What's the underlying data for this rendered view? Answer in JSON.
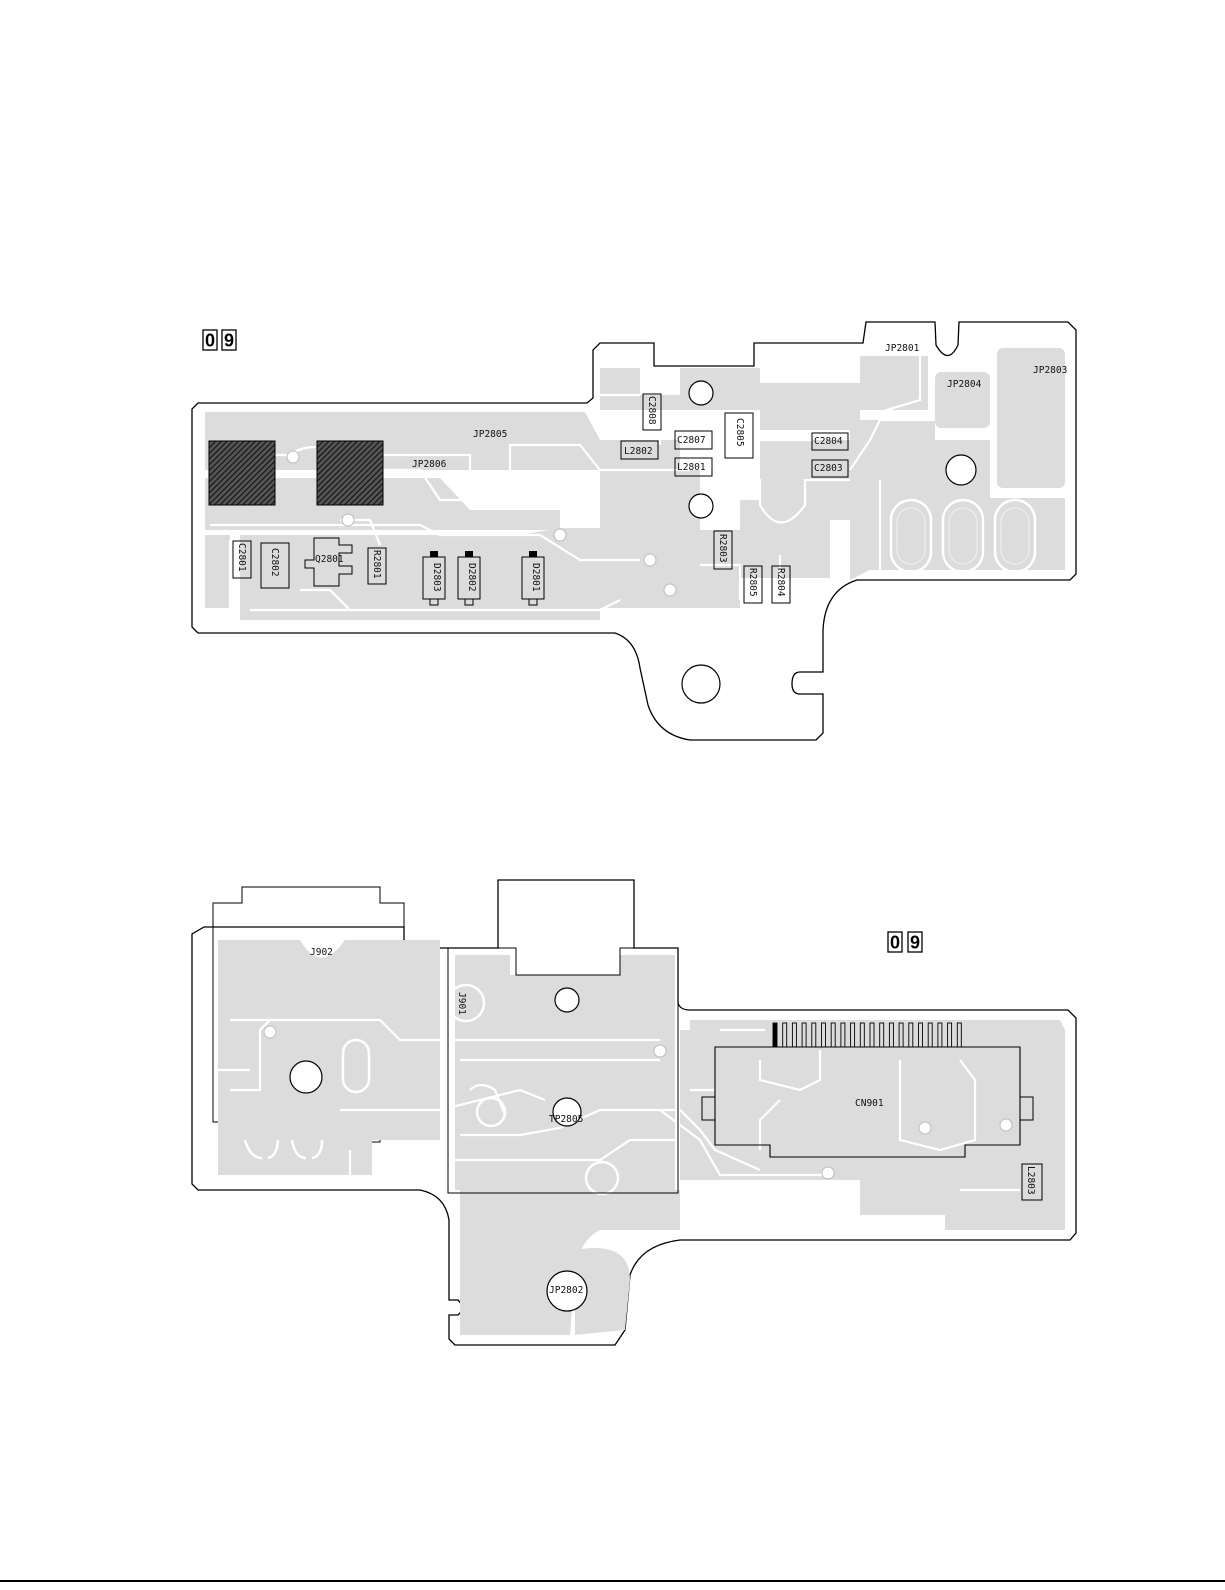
{
  "top_board": {
    "badge": [
      "0",
      "9"
    ],
    "labels": {
      "jp2801": "JP2801",
      "jp2803": "JP2803",
      "jp2804": "JP2804",
      "jp2805": "JP2805",
      "jp2806": "JP2806",
      "c2808": "C2808",
      "c2807": "C2807",
      "c2805": "C2805",
      "c2804": "C2804",
      "c2803": "C2803",
      "l2802": "L2802",
      "l2801": "L2801",
      "r2803": "R2803",
      "r2805": "R2805",
      "r2804": "R2804",
      "c2801": "C2801",
      "c2802": "C2802",
      "q2801": "Q2801",
      "r2801": "R2801",
      "d2803": "D2803",
      "d2802": "D2802",
      "d2801": "D2801"
    }
  },
  "bottom_board": {
    "badge": [
      "0",
      "9"
    ],
    "labels": {
      "j902": "J902",
      "j901": "J901",
      "tp2805": "TP2805",
      "cn901": "CN901",
      "l2803": "L2803",
      "jp2802": "JP2802"
    }
  },
  "colors": {
    "copper_fill": "#dcdcdc",
    "outline": "#000000",
    "hatch": "#222222"
  }
}
